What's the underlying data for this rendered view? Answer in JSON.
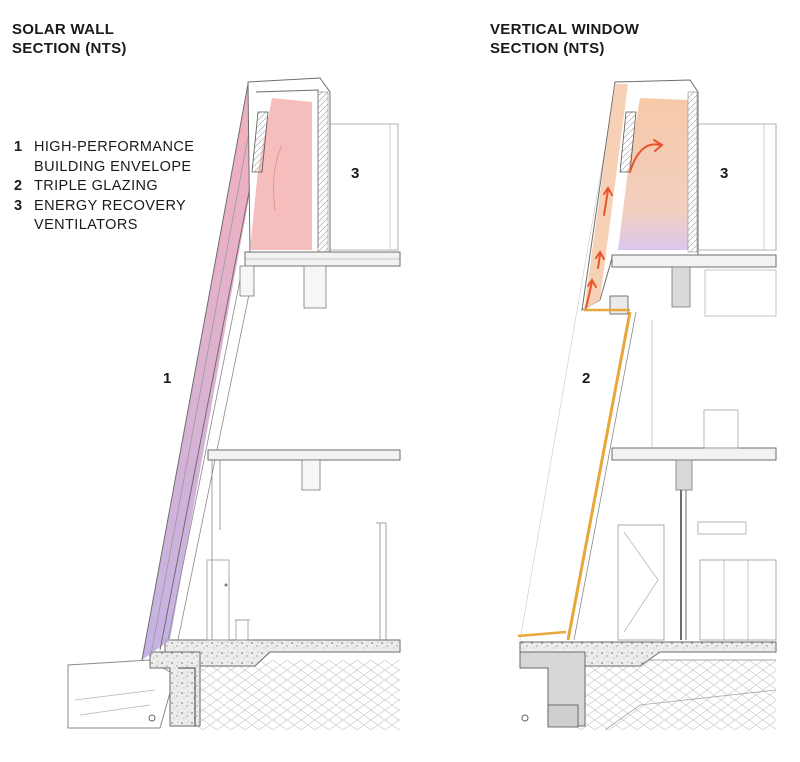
{
  "titles": {
    "solar_wall": "SOLAR WALL\nSECTION (NTS)",
    "vertical_window": "VERTICAL WINDOW\nSECTION (NTS)"
  },
  "legend": [
    {
      "number": "1",
      "label": "HIGH-PERFORMANCE\nBUILDING ENVELOPE"
    },
    {
      "number": "2",
      "label": "TRIPLE GLAZING"
    },
    {
      "number": "3",
      "label": "ENERGY RECOVERY\nVENTILATORS"
    }
  ],
  "callouts": {
    "solar_wall_envelope": "1",
    "solar_wall_erv": "3",
    "window_glazing": "2",
    "window_erv": "3"
  },
  "colors": {
    "line": "#7a7a7a",
    "dark_line": "#3a3a3a",
    "erv_fill": "#f5b6b6",
    "solar_wall_top": "#f2a2b0",
    "solar_wall_bottom": "#b9a6e0",
    "glazing": "#e8a73a",
    "airflow_arrow": "#e8552a",
    "window_erv_top": "#f6c9a8",
    "window_erv_bottom": "#d9c7ee"
  }
}
